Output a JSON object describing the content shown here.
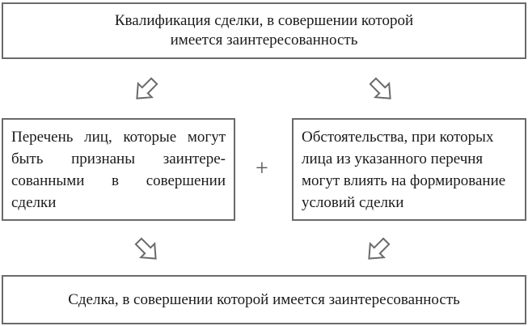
{
  "top_box": {
    "lines": [
      "Квалификация сделки, в совершении которой",
      "имеется заинтересованность"
    ]
  },
  "left_box": {
    "text": "Перечень лиц, которые могут быть признаны заинтере­сованными в совершении сделки"
  },
  "operator": "+",
  "right_box": {
    "text": "Обстоятельства, при которых лица из указанного перечня могут влиять на формирова­ние условий сделки"
  },
  "bottom_box": {
    "text": "Сделка, в совершении которой имеется заинтересованность"
  },
  "colors": {
    "border": "#6a6a6a",
    "text": "#1a1a1a"
  }
}
